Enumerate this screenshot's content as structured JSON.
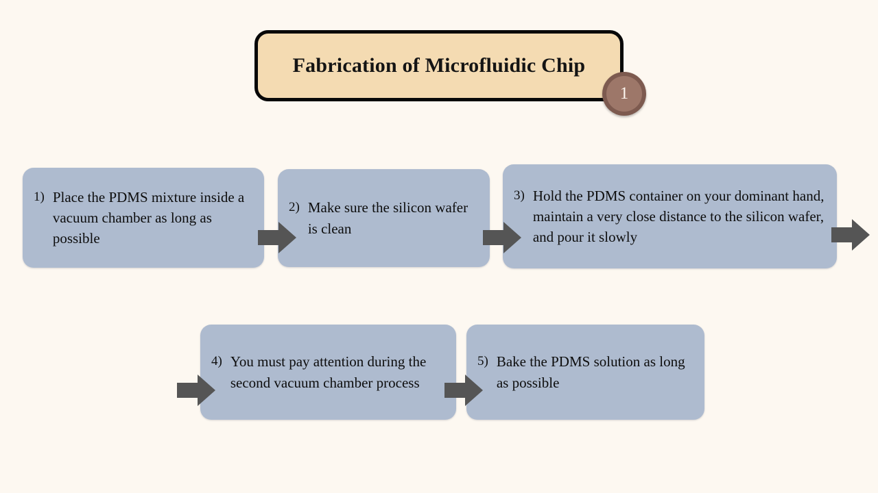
{
  "background_color": "#fdf8f1",
  "header": {
    "title": "Fabrication of Microfluidic Chip",
    "box_fill": "#f4dbb2",
    "box_border": "#080808",
    "badge": {
      "number": "1",
      "fill": "#9d7769",
      "ring": "#7d5a4f",
      "text_color": "#fdf6ef"
    }
  },
  "flow": {
    "box_fill": "#aebbcf",
    "arrow_fill": "#555555",
    "text_color": "#0d0d0d",
    "steps": [
      {
        "marker": "1)",
        "text": "Place the PDMS mixture inside a vacuum chamber as long as possible"
      },
      {
        "marker": "2)",
        "text": "Make sure the silicon wafer is clean"
      },
      {
        "marker": "3)",
        "text": "Hold the PDMS container on your dominant hand, maintain a very close distance to the silicon wafer, and pour it slowly"
      },
      {
        "marker": "4)",
        "text": "You must pay attention during the second vacuum chamber process"
      },
      {
        "marker": "5)",
        "text": "Bake the PDMS solution as long as possible"
      }
    ],
    "connectors": [
      {
        "name": "arrow-step1-to-step2"
      },
      {
        "name": "arrow-step2-to-step3"
      },
      {
        "name": "arrow-step3-to-next-row"
      },
      {
        "name": "arrow-into-step4"
      },
      {
        "name": "arrow-step4-to-step5"
      }
    ]
  }
}
